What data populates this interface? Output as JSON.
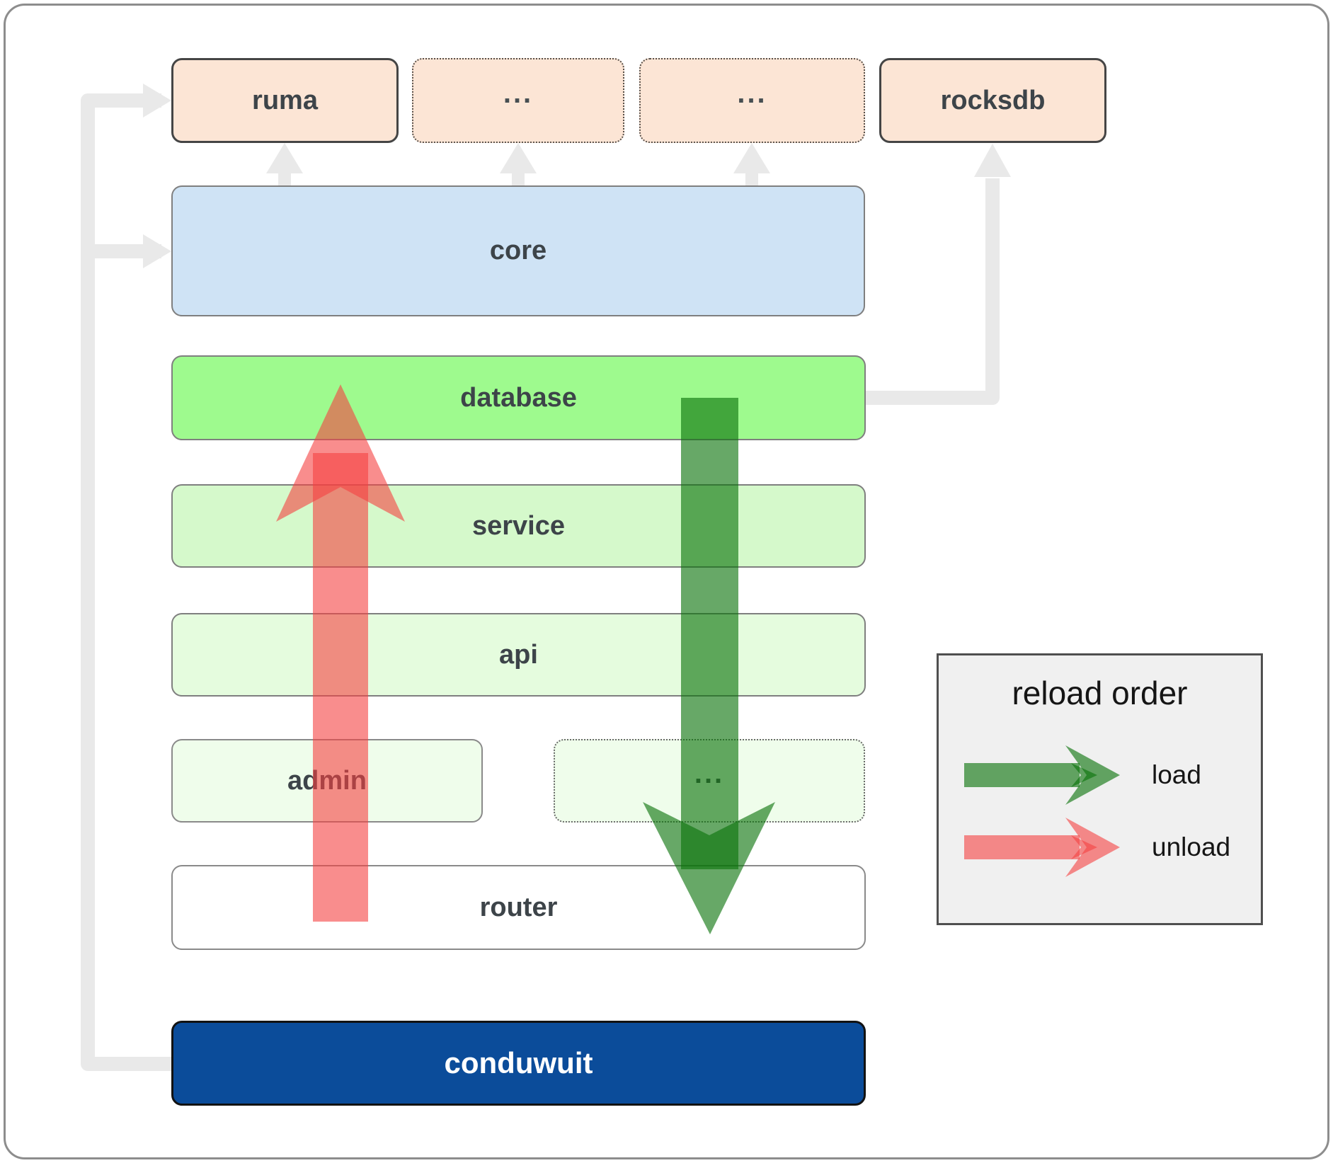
{
  "diagram": {
    "top_row": [
      {
        "id": "ruma",
        "label": "ruma",
        "style": "solid"
      },
      {
        "id": "etc-1",
        "label": "...",
        "style": "dotted"
      },
      {
        "id": "etc-2",
        "label": "...",
        "style": "dotted"
      },
      {
        "id": "rocksdb",
        "label": "rocksdb",
        "style": "solid"
      }
    ],
    "layers": [
      {
        "id": "core",
        "label": "core"
      },
      {
        "id": "database",
        "label": "database"
      },
      {
        "id": "service",
        "label": "service"
      },
      {
        "id": "api",
        "label": "api"
      }
    ],
    "mid_row": [
      {
        "id": "admin",
        "label": "admin",
        "style": "solid"
      },
      {
        "id": "etc-3",
        "label": "...",
        "style": "dotted"
      }
    ],
    "router_label": "router",
    "app_label": "conduwuit"
  },
  "legend": {
    "title": "reload order",
    "items": [
      {
        "label": "load",
        "arrow": "green-arrow-icon"
      },
      {
        "label": "unload",
        "arrow": "red-arrow-icon"
      }
    ]
  },
  "colors": {
    "module_peach": "#fce5d5",
    "core_blue": "#cfe3f5",
    "database_green": "#9efa8e",
    "service_green": "#d5f9cb",
    "api_green": "#e5fcde",
    "admin_green": "#effdeb",
    "router_white": "#ffffff",
    "conduwuit_blue": "#0b4c9a",
    "connector_gray": "#e9e9e9",
    "legend_bg": "#f0f0f0",
    "text": "#3d4449",
    "load_green": "rgba(10,114,10,0.62)",
    "unload_red": "rgba(245,65,65,0.6)"
  }
}
